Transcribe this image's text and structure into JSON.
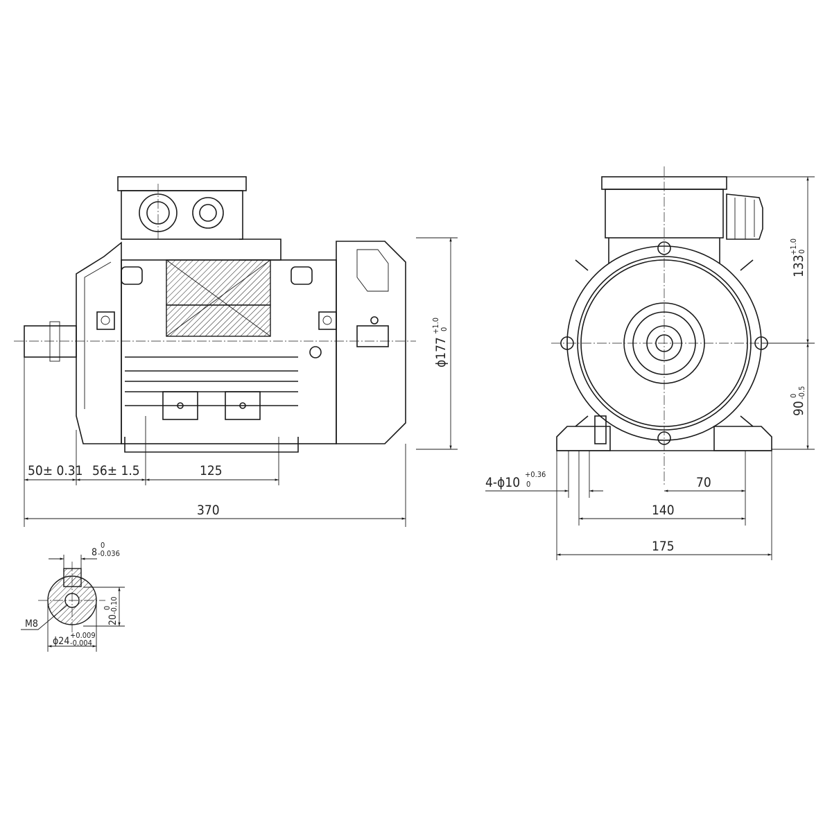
{
  "drawing": {
    "front_view": {
      "dimensions": {
        "shaft_length": "50± 0.31",
        "shaft_to_foot": "56± 1.5",
        "foot_spacing": "125",
        "overall_length": "370",
        "height_main": "ϕ177",
        "height_tol_upper": "+1.0",
        "height_tol_lower": "0"
      }
    },
    "side_view": {
      "dimensions": {
        "box_height": "133",
        "box_height_tol_upper": "+1.0",
        "box_height_tol_lower": "0",
        "shaft_height": "90",
        "shaft_height_tol_upper": "0",
        "shaft_height_tol_lower": "-0.5",
        "mounting_holes": "4-ϕ10",
        "mounting_holes_tol_upper": "+0.36",
        "mounting_holes_tol_lower": "0",
        "half_foot_spacing": "70",
        "foot_spacing": "140",
        "foot_width": "175"
      }
    },
    "shaft_section": {
      "dimensions": {
        "key_width": "8",
        "key_width_tol_upper": "0",
        "key_width_tol_lower": "-0.036",
        "key_height": "20",
        "key_height_tol_upper": "0",
        "key_height_tol_lower": "-0.10",
        "thread": "M8",
        "shaft_diameter": "ϕ24",
        "shaft_diameter_tol_upper": "+0.009",
        "shaft_diameter_tol_lower": "-0.004"
      }
    }
  }
}
